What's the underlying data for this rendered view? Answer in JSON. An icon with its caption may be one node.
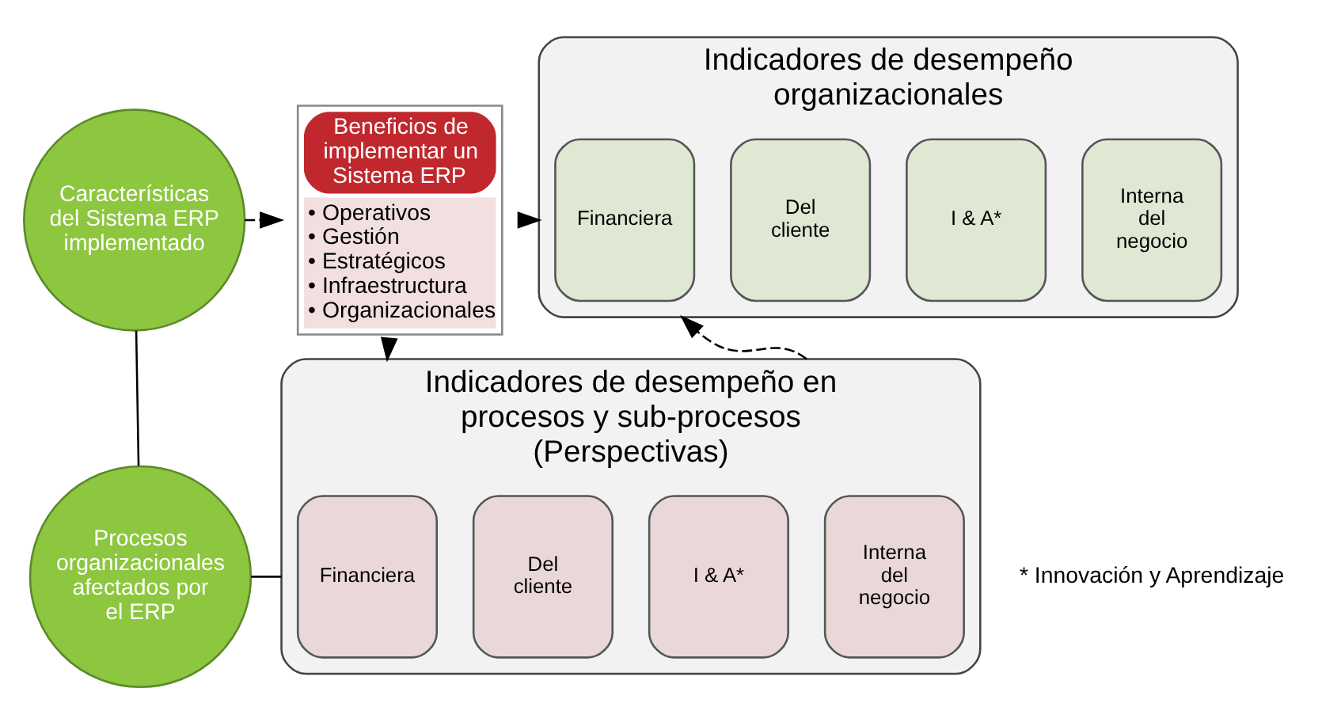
{
  "diagram": {
    "nodes": [
      {
        "text": [
          "Características del Sistema ERP implementado"
        ]
      },
      {
        "text": [
          "Procesos organizacionales afectados por el ERP"
        ]
      },
      {
        "text": [
          "Beneficios de implementar un Sistema ERP",
          "• Operativos",
          "• Gestión",
          "• Estratégicos",
          "• Infraestructura",
          "• Organizacionales"
        ]
      },
      {
        "text": [
          "Indicadores de desempeño en procesos y sub-procesos (Perspectivas)"
        ]
      },
      {
        "text": [
          "Financiera"
        ],
        "in": 3
      },
      {
        "text": [
          "Del cliente"
        ],
        "in": 3
      },
      {
        "text": [
          "I & A*"
        ],
        "in": 3
      },
      {
        "text": [
          "Interna del negocio"
        ],
        "in": 3
      },
      {
        "text": [
          "Indicadores de desempeño organizacionales"
        ]
      },
      {
        "text": [
          "Financiera"
        ],
        "in": 8
      },
      {
        "text": [
          "Del cliente"
        ],
        "in": 8
      },
      {
        "text": [
          "I & A*"
        ],
        "in": 8
      },
      {
        "text": [
          "Interna del negocio"
        ],
        "in": 8
      }
    ],
    "edges": [
      {
        "from": 0,
        "to": 2,
        "arrow": "to",
        "style": "dashed"
      },
      {
        "from": 2,
        "to": 8,
        "arrow": "to",
        "style": "dashed"
      },
      {
        "from": 2,
        "to": 3,
        "arrow": "to",
        "style": "dashed"
      },
      {
        "from": 0,
        "to": 1,
        "arrow": "none"
      },
      {
        "from": 1,
        "to": 3,
        "arrow": "none"
      },
      {
        "from": 3,
        "to": 8,
        "arrow": "to",
        "style": "dashed"
      }
    ],
    "labels": [
      "* Innovación y Aprendizaje"
    ]
  }
}
